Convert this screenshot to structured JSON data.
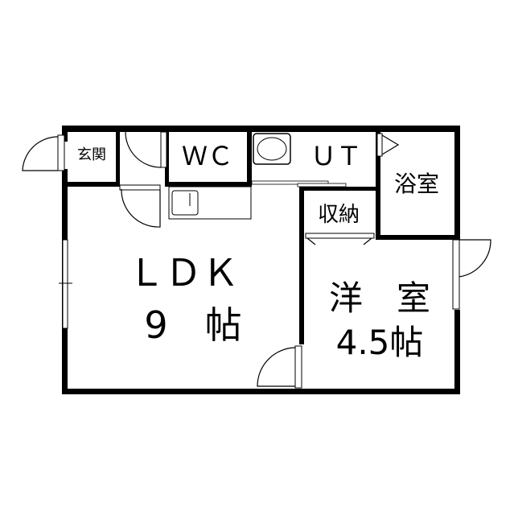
{
  "rooms": {
    "genkan": "玄関",
    "wc": "ＷＣ",
    "ut": "ＵＴ",
    "bath": "浴室",
    "storage": "収納",
    "ldk_name": "ＬＤＫ",
    "ldk_size": "9　帖",
    "western_name": "洋　室",
    "western_size": "4.5帖"
  }
}
